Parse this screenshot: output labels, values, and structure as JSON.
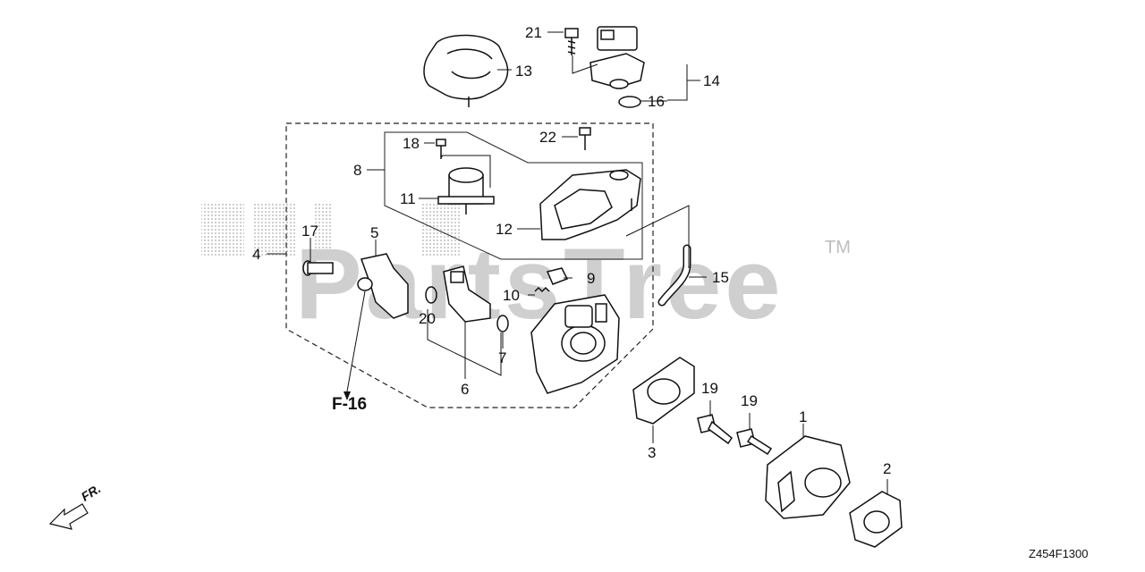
{
  "watermark": {
    "text": "PartsTree",
    "trademark": "TM"
  },
  "callouts": [
    {
      "id": "c21",
      "text": "21"
    },
    {
      "id": "c13",
      "text": "13"
    },
    {
      "id": "c14",
      "text": "14"
    },
    {
      "id": "c16",
      "text": "16"
    },
    {
      "id": "c22",
      "text": "22"
    },
    {
      "id": "c18",
      "text": "18"
    },
    {
      "id": "c8",
      "text": "8"
    },
    {
      "id": "c11",
      "text": "11"
    },
    {
      "id": "c12",
      "text": "12"
    },
    {
      "id": "c17",
      "text": "17"
    },
    {
      "id": "c5",
      "text": "5"
    },
    {
      "id": "c4",
      "text": "4"
    },
    {
      "id": "c9",
      "text": "9"
    },
    {
      "id": "c10",
      "text": "10"
    },
    {
      "id": "c15",
      "text": "15"
    },
    {
      "id": "c20",
      "text": "20"
    },
    {
      "id": "c7",
      "text": "7"
    },
    {
      "id": "c6",
      "text": "6"
    },
    {
      "id": "c19a",
      "text": "19"
    },
    {
      "id": "c19b",
      "text": "19"
    },
    {
      "id": "c1",
      "text": "1"
    },
    {
      "id": "c3",
      "text": "3"
    },
    {
      "id": "c2",
      "text": "2"
    }
  ],
  "reference_label": "F-16",
  "front_indicator": "FR.",
  "diagram_code": "Z454F1300"
}
